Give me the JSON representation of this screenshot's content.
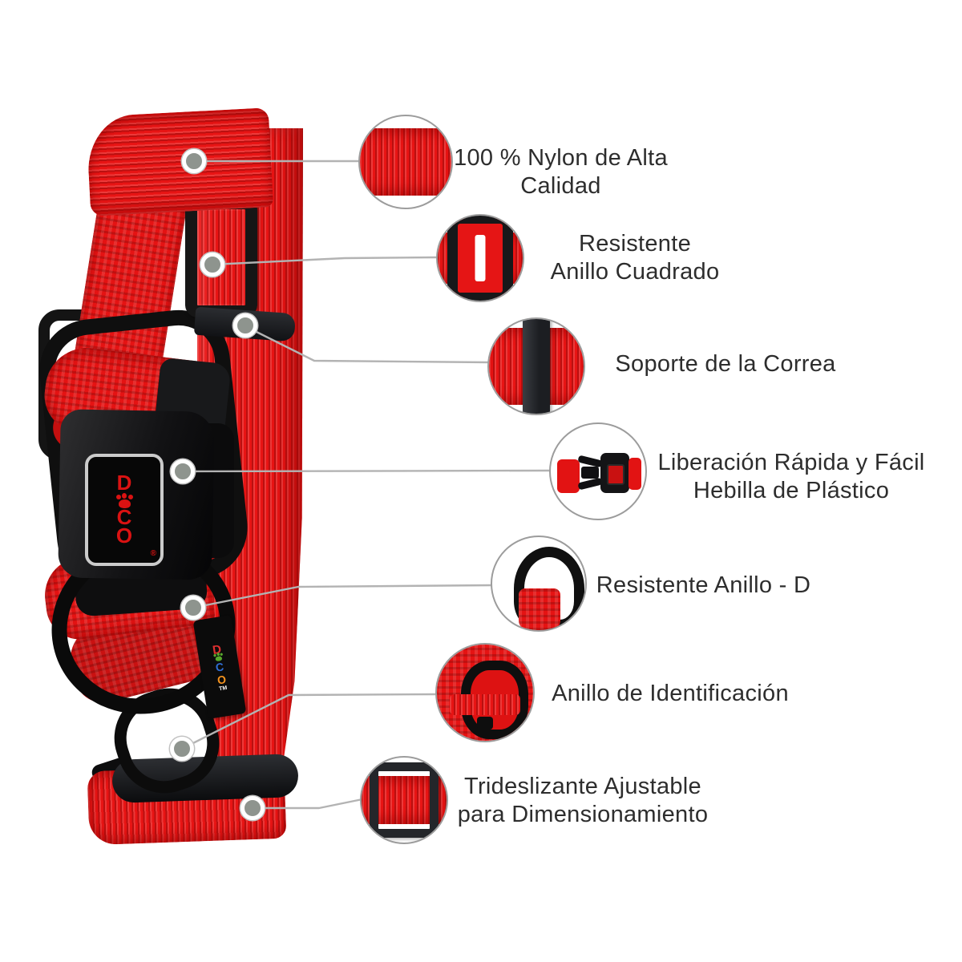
{
  "page": {
    "background": "#ffffff",
    "description": "Red nylon dog collar infographic with seven annotated feature callouts"
  },
  "brand": {
    "buckle_logo": {
      "letter_d": "D",
      "letter_c": "C",
      "letter_o": "O",
      "registered": "®",
      "paw_icon": "paw-print-icon",
      "text_color": "#da1212",
      "plate_color": "#070707"
    },
    "side_tag": {
      "letter_d": "D",
      "letter_c": "C",
      "letter_o": "O",
      "trademark": "TM",
      "paw_icon": "paw-print-icon",
      "colors": {
        "d": "#e03030",
        "paw": "#58a82c",
        "c": "#2f6fd6",
        "o": "#f5931e",
        "tm": "#ffffff"
      }
    }
  },
  "callouts": [
    {
      "id": "nylon",
      "line1": "100 % Nylon de Alta",
      "line2": "Calidad",
      "thumbnail": "red-nylon-webbing-swatch"
    },
    {
      "id": "square-ring",
      "line1": "Resistente",
      "line2": "Anillo Cuadrado",
      "thumbnail": "square-ring-with-red-strap"
    },
    {
      "id": "strap-keeper",
      "line1": "Soporte de la Correa",
      "line2": "",
      "thumbnail": "black-keeper-on-red-strap"
    },
    {
      "id": "buckle",
      "line1": "Liberación Rápida y Fácil",
      "line2": "Hebilla de Plástico",
      "thumbnail": "plastic-side-release-buckle"
    },
    {
      "id": "d-ring",
      "line1": "Resistente Anillo - D",
      "line2": "",
      "thumbnail": "black-d-ring-on-red-strap"
    },
    {
      "id": "id-ring",
      "line1": "Anillo de Identificación",
      "line2": "",
      "thumbnail": "black-id-ring-on-red-webbing"
    },
    {
      "id": "tri-glide",
      "line1": "Trideslizante Ajustable",
      "line2": "para Dimensionamiento",
      "thumbnail": "tri-glide-slider-on-red-strap"
    }
  ],
  "colors": {
    "webbing_red": "#e81414",
    "webbing_red_dark": "#c40f0f",
    "hardware_black": "#141414",
    "text": "#2d2d2d",
    "leader_line": "#b3b3b3",
    "circle_border": "#9c9c9c",
    "marker_gray": "#8e948e"
  }
}
